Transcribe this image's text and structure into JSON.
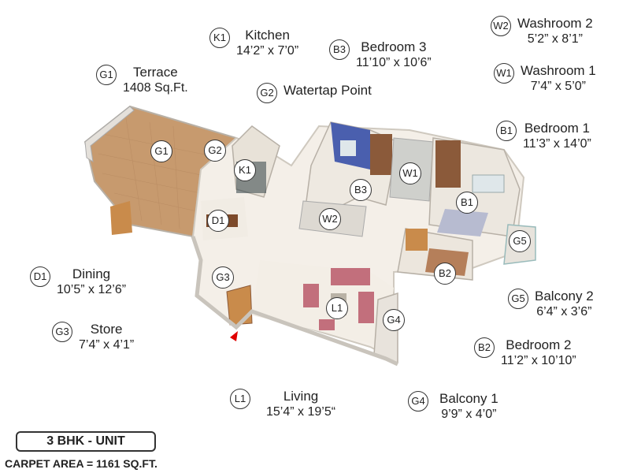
{
  "legend": [
    {
      "code": "K1",
      "name": "Kitchen",
      "size": "14’2” x 7’0”"
    },
    {
      "code": "B3",
      "name": "Bedroom 3",
      "size": "11’10” x 10’6”"
    },
    {
      "code": "W2",
      "name": "Washroom 2",
      "size": "5’2” x 8’1”"
    },
    {
      "code": "W1",
      "name": "Washroom 1",
      "size": "7’4” x 5’0”"
    },
    {
      "code": "G1",
      "name": "Terrace",
      "size": "1408 Sq.Ft."
    },
    {
      "code": "G2",
      "name": "Watertap Point",
      "size": ""
    },
    {
      "code": "B1",
      "name": "Bedroom 1",
      "size": "11’3” x 14’0”"
    },
    {
      "code": "D1",
      "name": "Dining",
      "size": "10’5” x 12’6”"
    },
    {
      "code": "G3",
      "name": "Store",
      "size": "7’4” x 4’1”"
    },
    {
      "code": "G5",
      "name": "Balcony 2",
      "size": "6’4” x 3’6”"
    },
    {
      "code": "B2",
      "name": "Bedroom 2",
      "size": "11’2” x 10’10”"
    },
    {
      "code": "L1",
      "name": "Living",
      "size": "15’4” x 19’5“"
    },
    {
      "code": "G4",
      "name": "Balcony 1",
      "size": "9’9” x 4’0”"
    }
  ],
  "plan_badges": [
    "G1",
    "G2",
    "K1",
    "D1",
    "B3",
    "W1",
    "W2",
    "B1",
    "G5",
    "B2",
    "G3",
    "L1",
    "G4"
  ],
  "unit": {
    "label": "3 BHK - UNIT",
    "carpet_area": "CARPET AREA = 1161 SQ.FT."
  },
  "colors": {
    "floor": "#f4efe8",
    "wall": "#d9d4cc",
    "terrace": "#c79a6e",
    "accent_blue": "#4a5fae",
    "sofa": "#c26f7c",
    "entry_arrow": "#e00000"
  }
}
